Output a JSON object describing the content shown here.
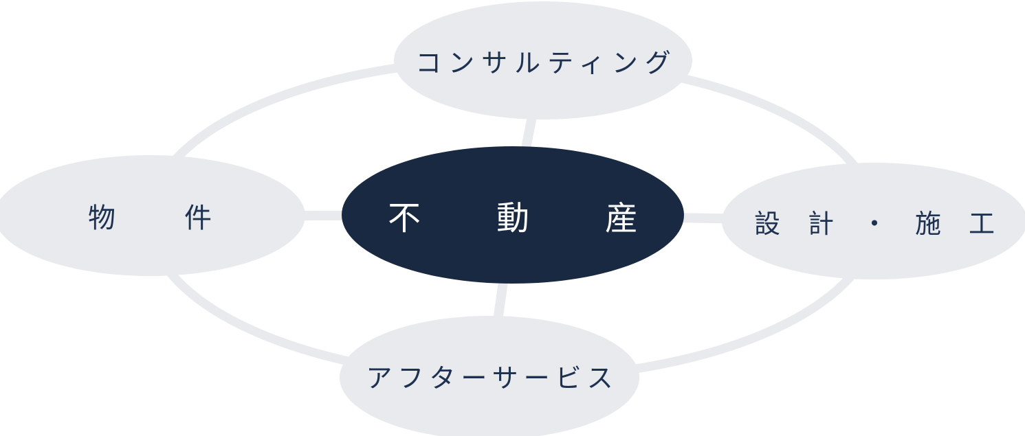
{
  "diagram": {
    "type": "hub-and-spoke",
    "center": {
      "label": "不動産"
    },
    "nodes": {
      "top": {
        "label": "コンサルティング"
      },
      "left": {
        "label": "物件"
      },
      "right": {
        "label": "設計・施工"
      },
      "bottom": {
        "label": "アフターサービス"
      }
    },
    "colors": {
      "background": "#ffffff",
      "node_bg": "#e8eaed",
      "connector_line": "#e8eaed",
      "center_bg": "#1a2942",
      "center_text": "#ffffff",
      "node_text": "#1e3150"
    }
  }
}
